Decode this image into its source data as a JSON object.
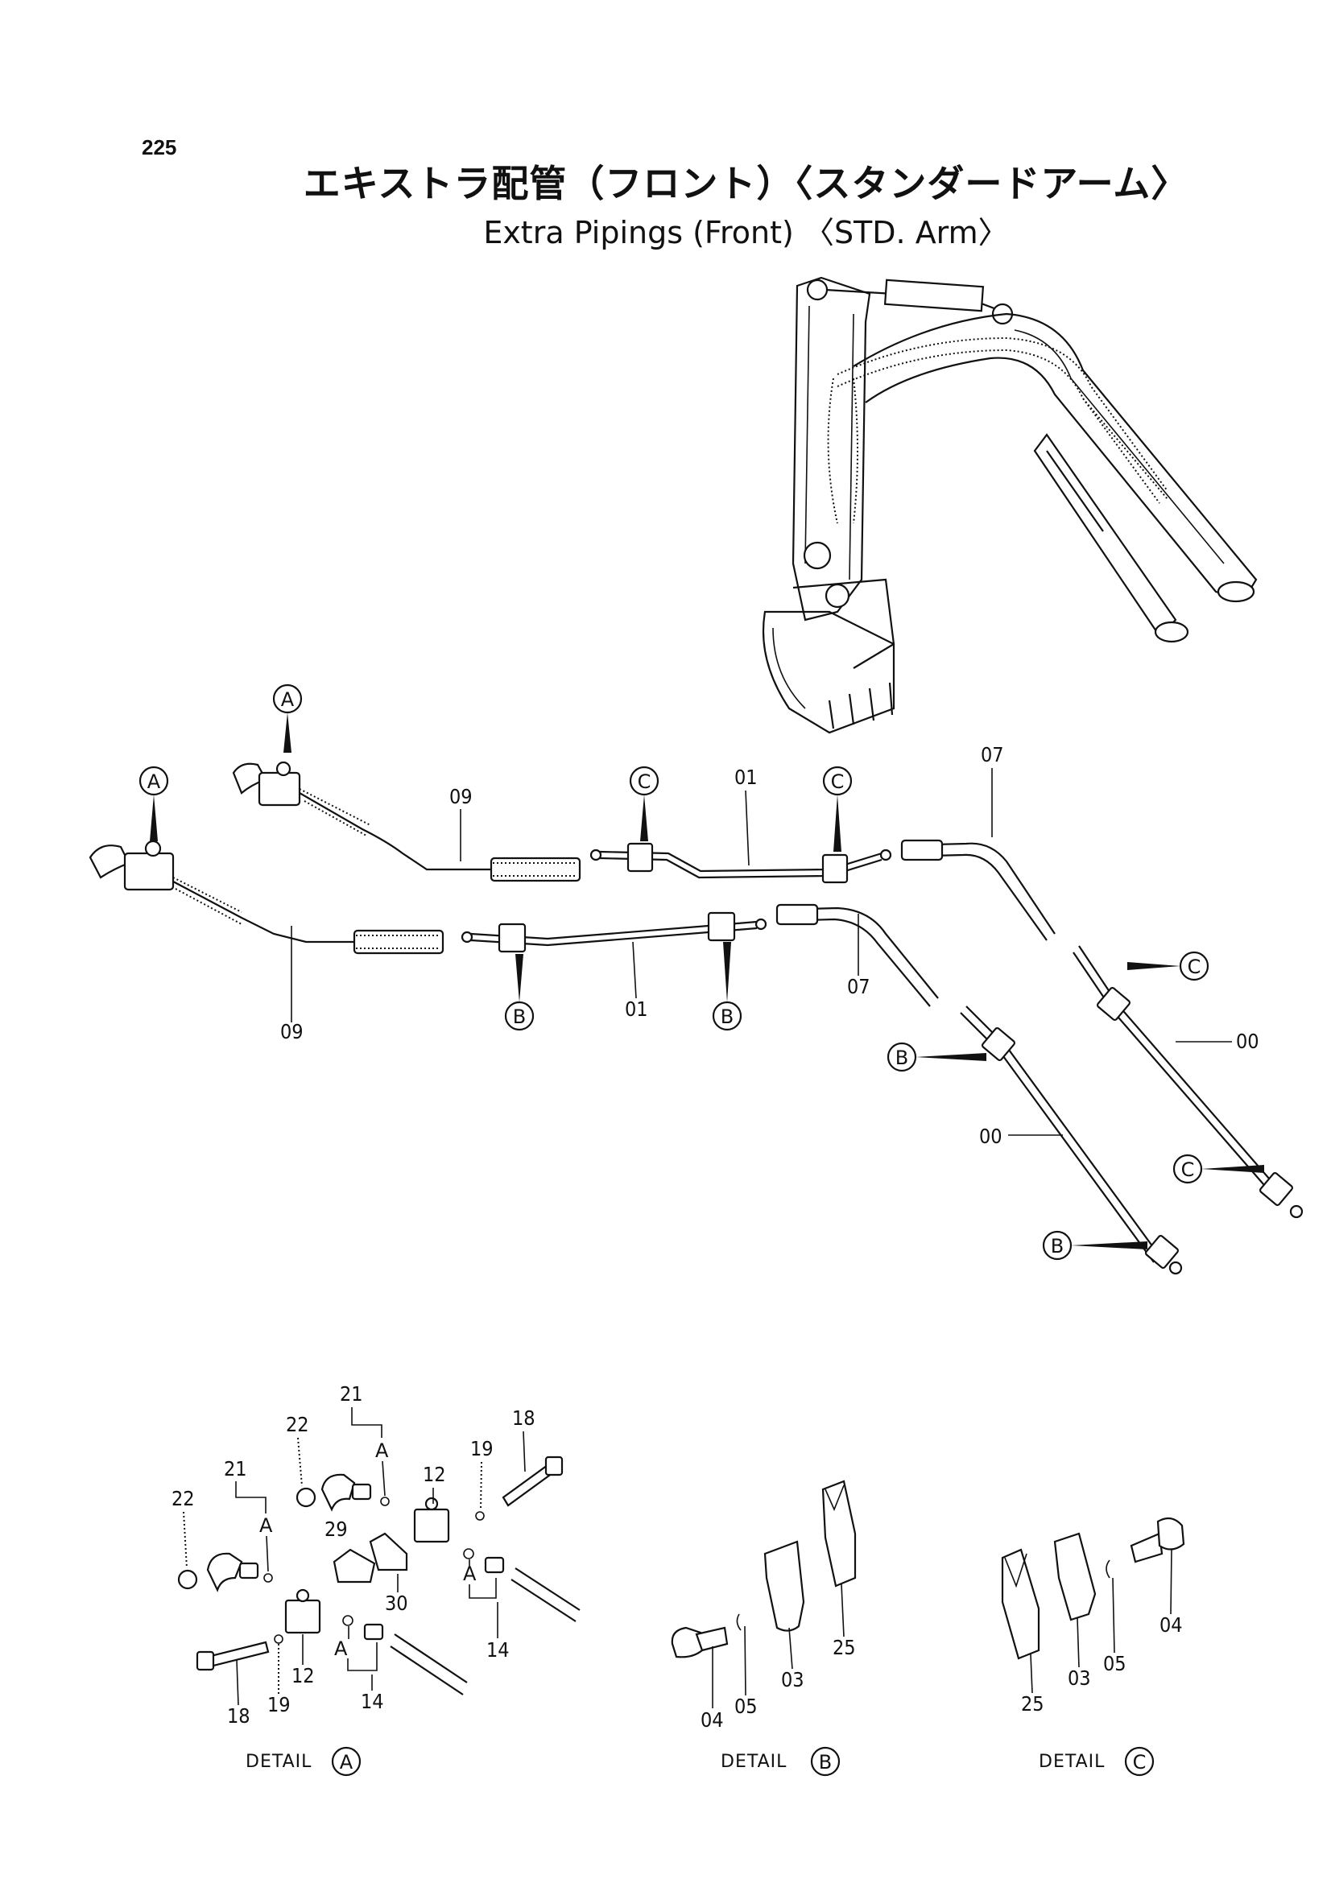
{
  "page_number": "225",
  "title_jp": "エキストラ配管（フロント）〈スタンダードアーム〉",
  "title_en": "Extra Pipings (Front) 〈STD. Arm〉",
  "callouts": {
    "A": "A",
    "B": "B",
    "C": "C"
  },
  "parts": {
    "p00": "00",
    "p01": "01",
    "p03": "03",
    "p04": "04",
    "p05": "05",
    "p07": "07",
    "p09": "09",
    "p12": "12",
    "p14": "14",
    "p18": "18",
    "p19": "19",
    "p21": "21",
    "p22": "22",
    "p25": "25",
    "p29": "29",
    "p30": "30"
  },
  "detail_label": "DETAIL",
  "detail_callouts": [
    "A",
    "B",
    "C"
  ]
}
